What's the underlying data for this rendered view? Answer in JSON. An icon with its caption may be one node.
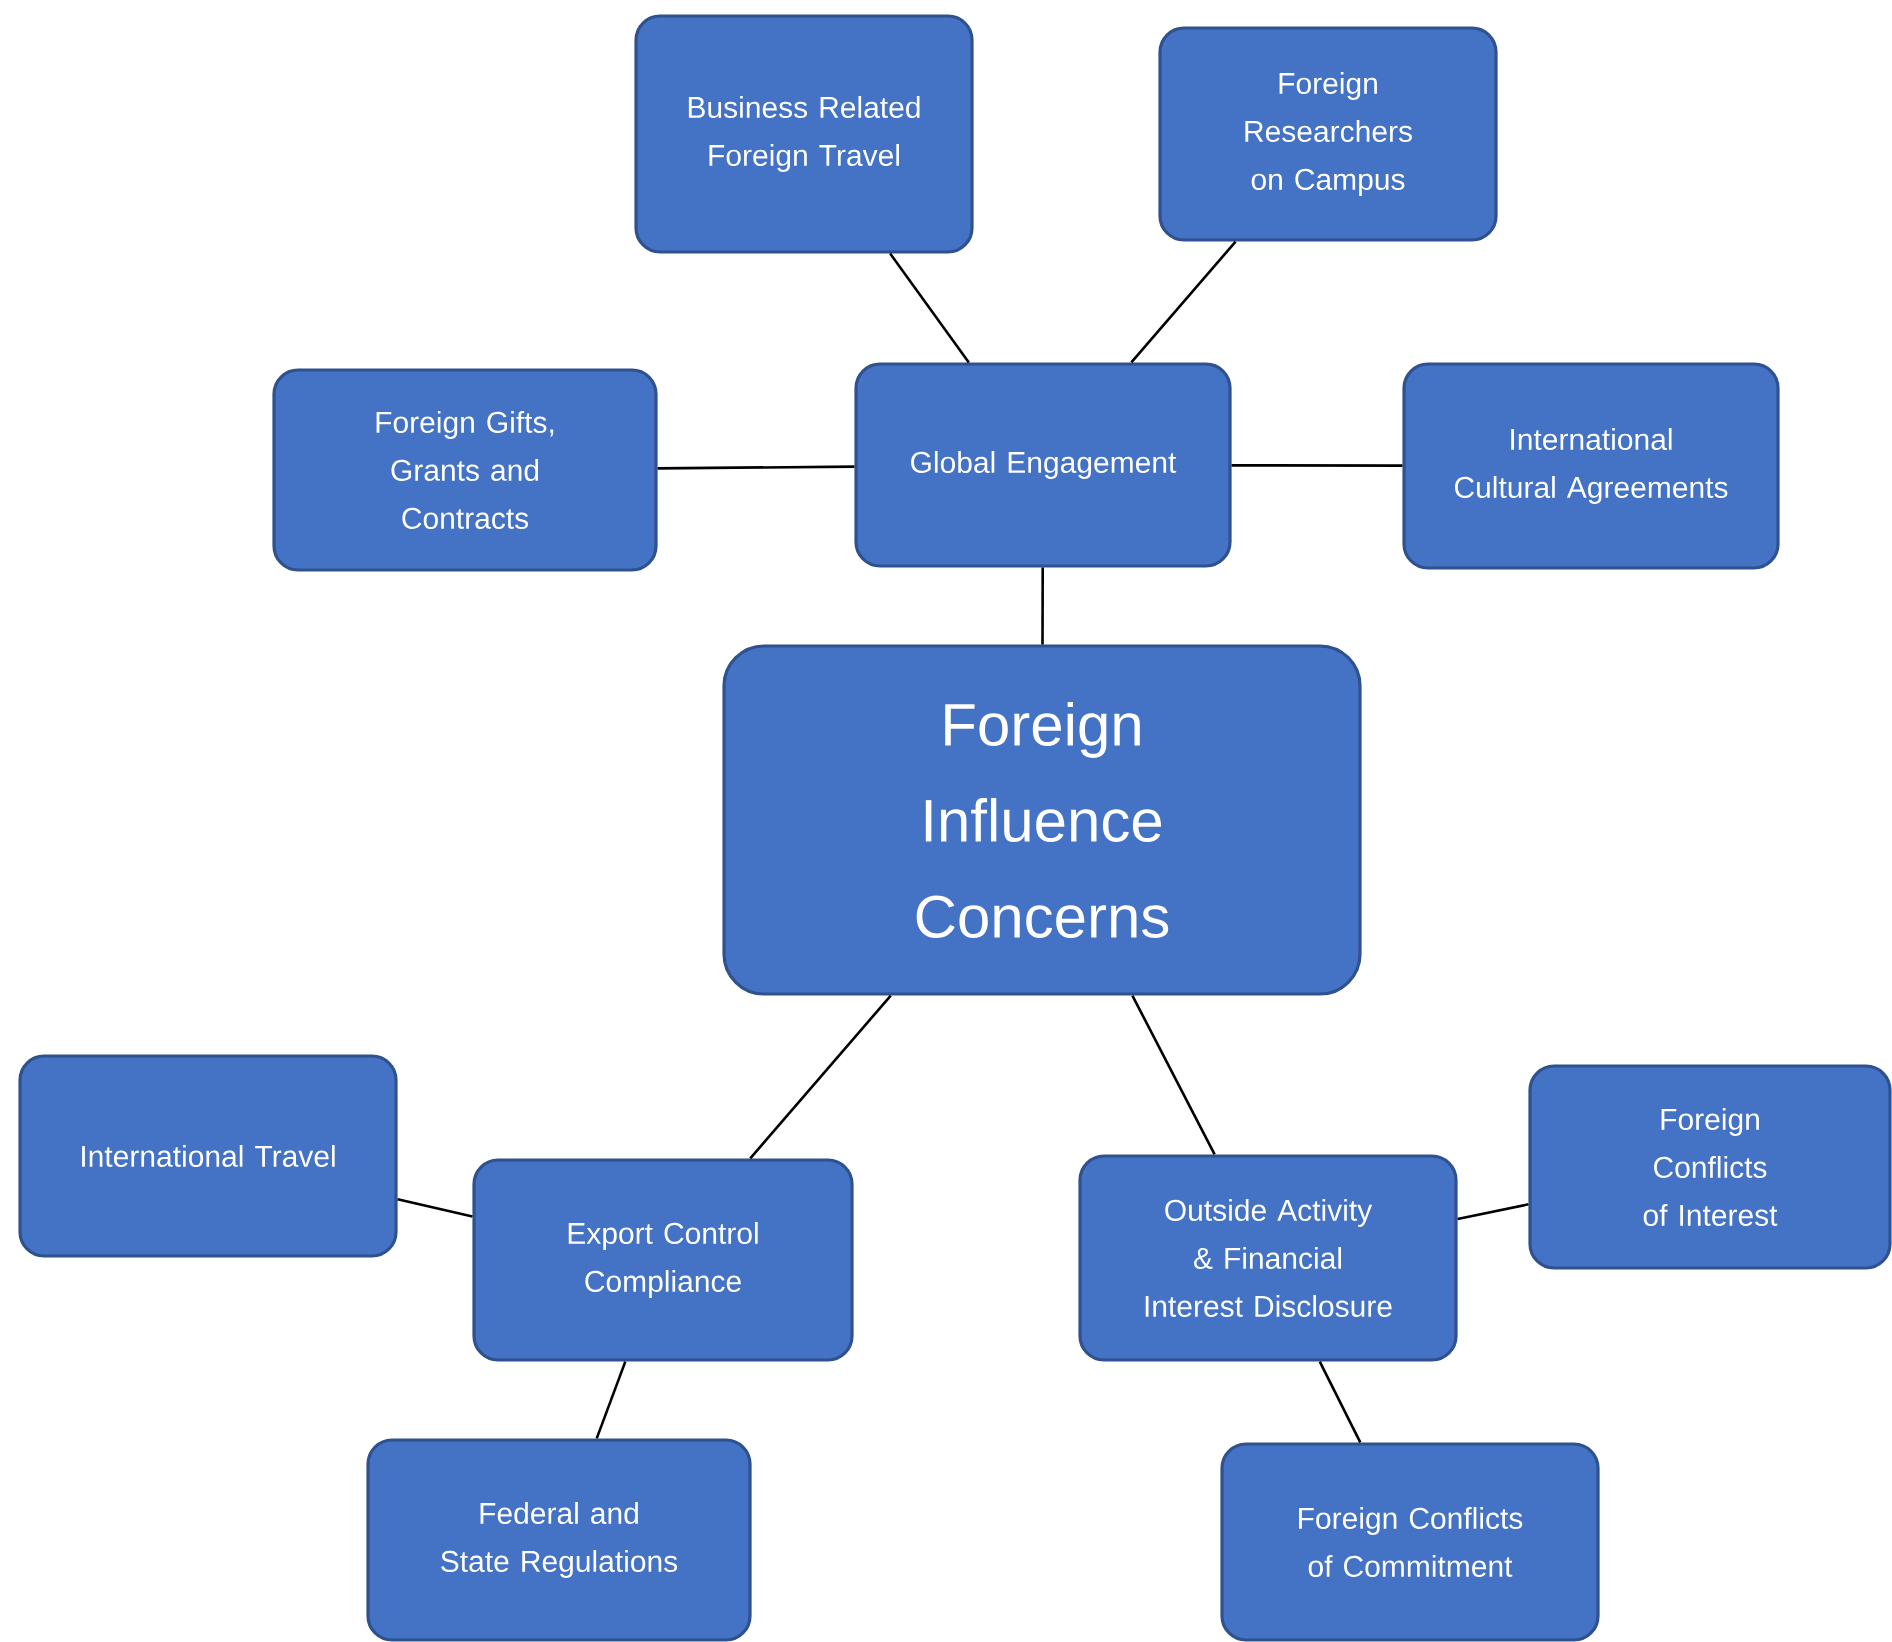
{
  "diagram": {
    "nodes": [
      {
        "text": [
          "Global Engagement"
        ]
      },
      {
        "text": [
          "Business Related Foreign Travel"
        ]
      },
      {
        "text": [
          "Foreign Researchers on Campus"
        ]
      },
      {
        "text": [
          "Foreign Gifts, Grants and Contracts"
        ]
      },
      {
        "text": [
          "International Cultural Agreements"
        ]
      },
      {
        "text": [
          "Foreign Influence Concerns"
        ]
      },
      {
        "text": [
          "Export Control Compliance"
        ]
      },
      {
        "text": [
          "International Travel"
        ]
      },
      {
        "text": [
          "Federal and State Regulations"
        ]
      },
      {
        "text": [
          "Outside Activity & Financial Interest Disclosure"
        ]
      },
      {
        "text": [
          "Foreign Conflicts of Interest"
        ]
      },
      {
        "text": [
          "Foreign Conflicts of Commitment"
        ]
      }
    ],
    "edges": [
      {
        "from": 0,
        "to": 1,
        "arrow": "none"
      },
      {
        "from": 0,
        "to": 2,
        "arrow": "none"
      },
      {
        "from": 0,
        "to": 3,
        "arrow": "none"
      },
      {
        "from": 0,
        "to": 4,
        "arrow": "none"
      },
      {
        "from": 0,
        "to": 5,
        "arrow": "none"
      },
      {
        "from": 5,
        "to": 6,
        "arrow": "none"
      },
      {
        "from": 6,
        "to": 7,
        "arrow": "none"
      },
      {
        "from": 6,
        "to": 8,
        "arrow": "none"
      },
      {
        "from": 5,
        "to": 9,
        "arrow": "none"
      },
      {
        "from": 9,
        "to": 10,
        "arrow": "none"
      },
      {
        "from": 9,
        "to": 11,
        "arrow": "none"
      }
    ]
  }
}
